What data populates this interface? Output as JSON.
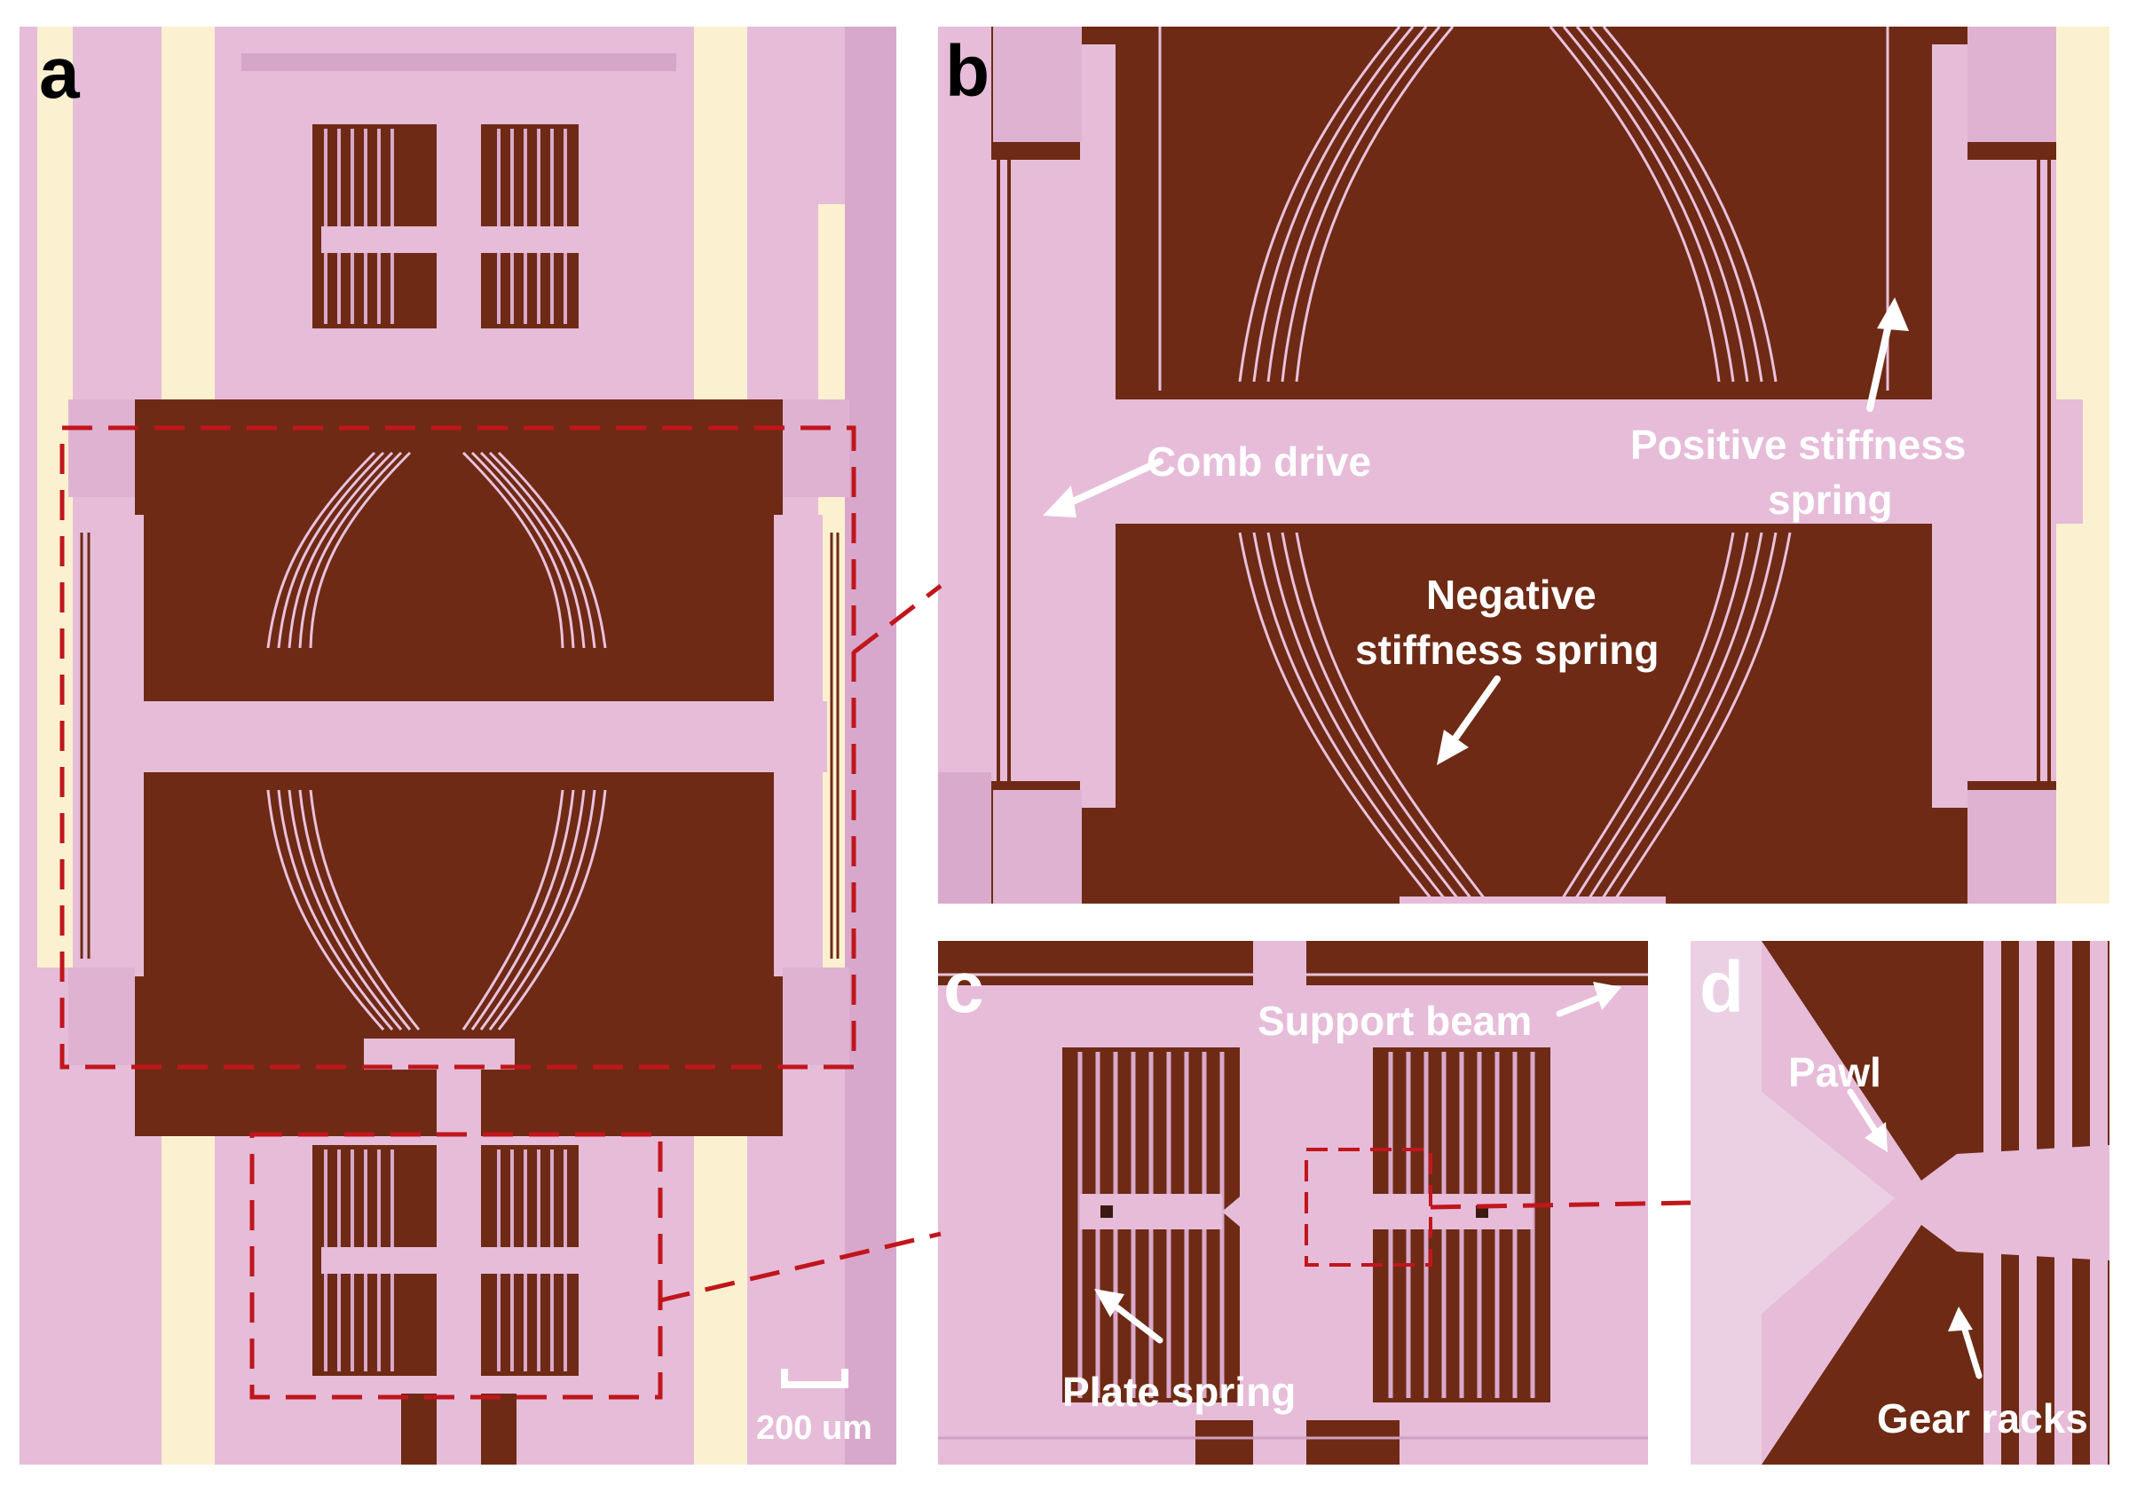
{
  "panels": {
    "a": {
      "label": "a",
      "scale_bar": "200 um"
    },
    "b": {
      "label": "b",
      "comb_drive": "Comb drive",
      "positive_spring_line1": "Positive stiffness",
      "positive_spring_line2": "spring",
      "negative_spring_line1": "Negative",
      "negative_spring_line2": "stiffness spring"
    },
    "c": {
      "label": "c",
      "support_beam": "Support beam",
      "plate_spring": "Plate spring"
    },
    "d": {
      "label": "d",
      "pawl": "Pawl",
      "gear_racks": "Gear racks"
    }
  },
  "colors": {
    "silicon": "#e6b8d8",
    "trench": "#6e2a14",
    "pad": "#fbf2d2",
    "callout": "#c0161c"
  }
}
